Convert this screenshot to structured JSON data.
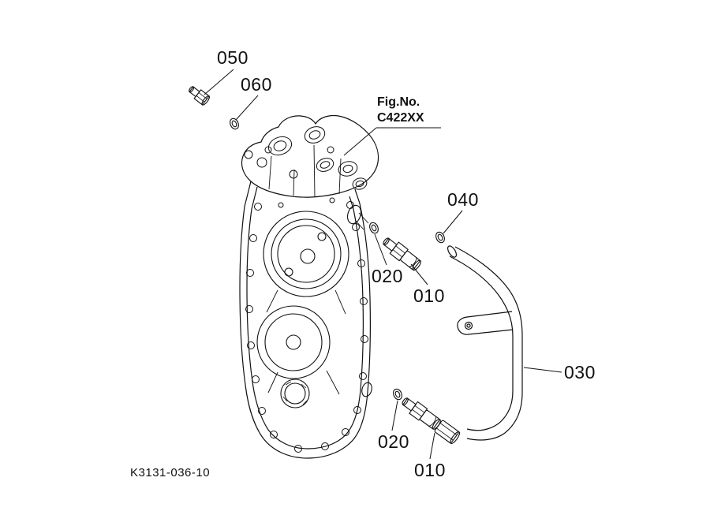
{
  "figure": {
    "fig_label_line1": "Fig.No.",
    "fig_label_line2": "C422XX",
    "drawing_code": "K3131-036-10"
  },
  "callouts": {
    "plug_050": "050",
    "oring_060": "060",
    "oring_040": "040",
    "oring_020_upper": "020",
    "fitting_010_upper": "010",
    "pipe_030": "030",
    "oring_020_lower": "020",
    "fitting_010_lower": "010"
  }
}
